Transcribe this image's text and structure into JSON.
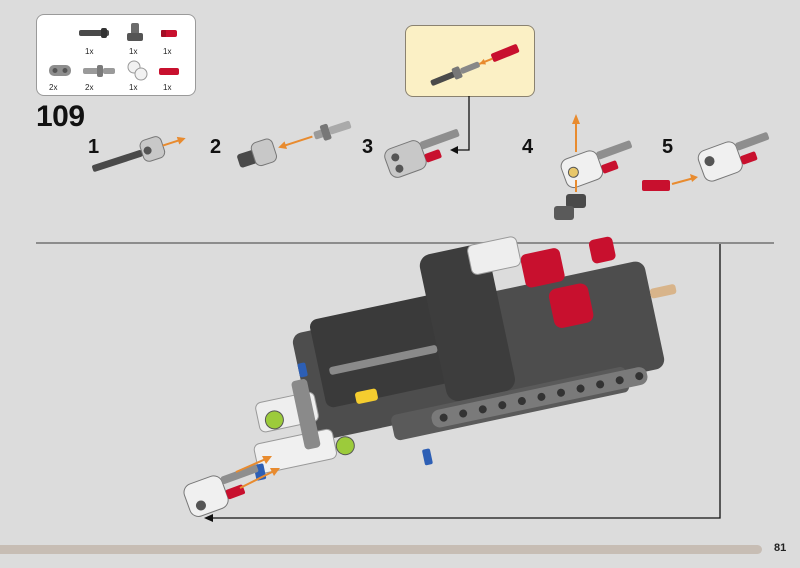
{
  "parts_list": {
    "items": [
      {
        "name": "axle-with-stop",
        "qty": "1x",
        "color": "#4a4a4a"
      },
      {
        "name": "gray-connector",
        "qty": "1x",
        "color": "#6b6b6b"
      },
      {
        "name": "red-pin",
        "qty": "1x",
        "color": "#c8102e"
      },
      {
        "name": "gray-beam-2",
        "qty": "2x",
        "color": "#8e8e8e"
      },
      {
        "name": "gray-pin-with-bush",
        "qty": "2x",
        "color": "#9a9a9a"
      },
      {
        "name": "white-connector",
        "qty": "1x",
        "color": "#f2f2f2"
      },
      {
        "name": "red-axle-pin",
        "qty": "1x",
        "color": "#c8102e"
      }
    ]
  },
  "step": {
    "number": "109"
  },
  "substeps": [
    {
      "label": "1"
    },
    {
      "label": "2"
    },
    {
      "label": "3"
    },
    {
      "label": "4"
    },
    {
      "label": "5"
    }
  ],
  "page": {
    "number": "81"
  },
  "colors": {
    "background": "#dcdcdc",
    "callout_bg": "#fbf0c5",
    "arrow_orange": "#e88b2f",
    "red": "#c8102e",
    "dark_gray": "#4a4a4a",
    "progress": "#c7bdb4"
  },
  "progress": {
    "fraction": 0.952
  }
}
